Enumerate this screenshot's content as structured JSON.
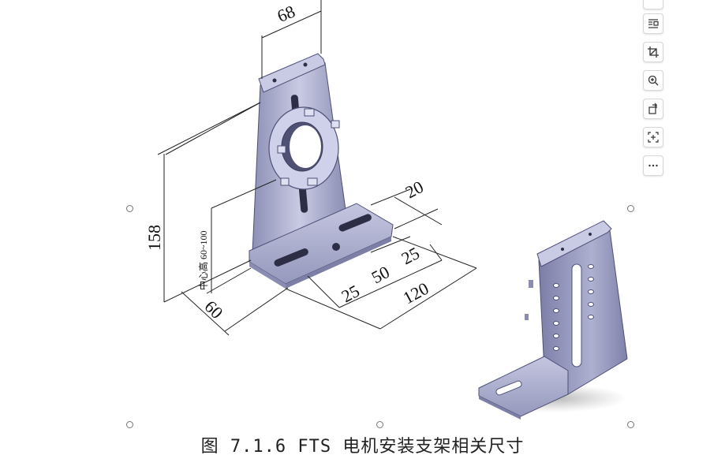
{
  "figure": {
    "dimensions": {
      "width_top": "68",
      "height": "158",
      "center_height": "中心高 60~100",
      "slot": "20",
      "spacing_a": "25",
      "spacing_b": "50",
      "spacing_c": "25",
      "length": "120",
      "depth": "60"
    },
    "caption": "图 7.1.6 FTS 电机安装支架相关尺寸"
  },
  "toolbar": {
    "items": [
      {
        "icon": "minus-icon"
      },
      {
        "icon": "text-wrap-icon"
      },
      {
        "icon": "crop-icon"
      },
      {
        "icon": "zoom-in-icon"
      },
      {
        "icon": "rotate-icon"
      },
      {
        "icon": "ocr-scan-icon"
      },
      {
        "icon": "more-icon"
      }
    ]
  },
  "colors": {
    "metal": "#a7a9c8",
    "metal_dark": "#6e7096",
    "metal_light": "#d9dbef"
  }
}
